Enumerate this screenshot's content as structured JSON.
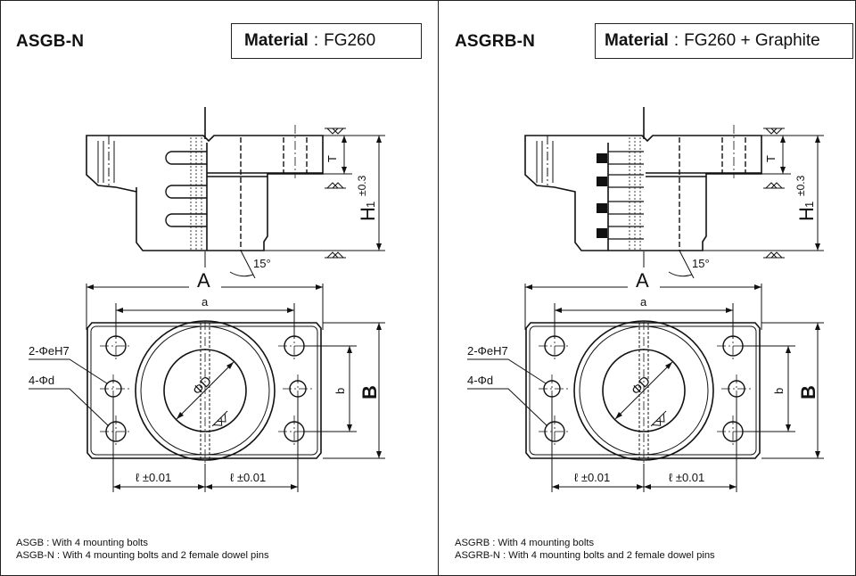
{
  "panels": [
    {
      "title": "ASGB-N",
      "material_label": "Material",
      "material_sep": ":",
      "material_value": "FG260",
      "labels": {
        "T": "T",
        "H1": "H",
        "H1_sub": "1",
        "tol": "±0.3",
        "A": "A",
        "a": "a",
        "b": "b",
        "B": "B",
        "angle": "15°",
        "dowel": "2-ΦeH7",
        "bolt": "4-Φd",
        "bore": "ΦD",
        "ell_left": "ℓ ±0.01",
        "ell_right": "ℓ ±0.01"
      },
      "notes": [
        "ASGB : With 4 mounting bolts",
        "ASGB-N : With 4 mounting bolts and 2 female dowel pins"
      ]
    },
    {
      "title": "ASGRB-N",
      "material_label": "Material",
      "material_sep": ":",
      "material_value": "FG260 + Graphite",
      "labels": {
        "T": "T",
        "H1": "H",
        "H1_sub": "1",
        "tol": "±0.3",
        "A": "A",
        "a": "a",
        "b": "b",
        "B": "B",
        "angle": "15°",
        "dowel": "2-ΦeH7",
        "bolt": "4-Φd",
        "bore": "ΦD",
        "ell_left": "ℓ ±0.01",
        "ell_right": "ℓ ±0.01"
      },
      "notes": [
        "ASGRB : With 4 mounting bolts",
        "ASGRB-N : With 4 mounting bolts and 2 female dowel pins"
      ]
    }
  ]
}
